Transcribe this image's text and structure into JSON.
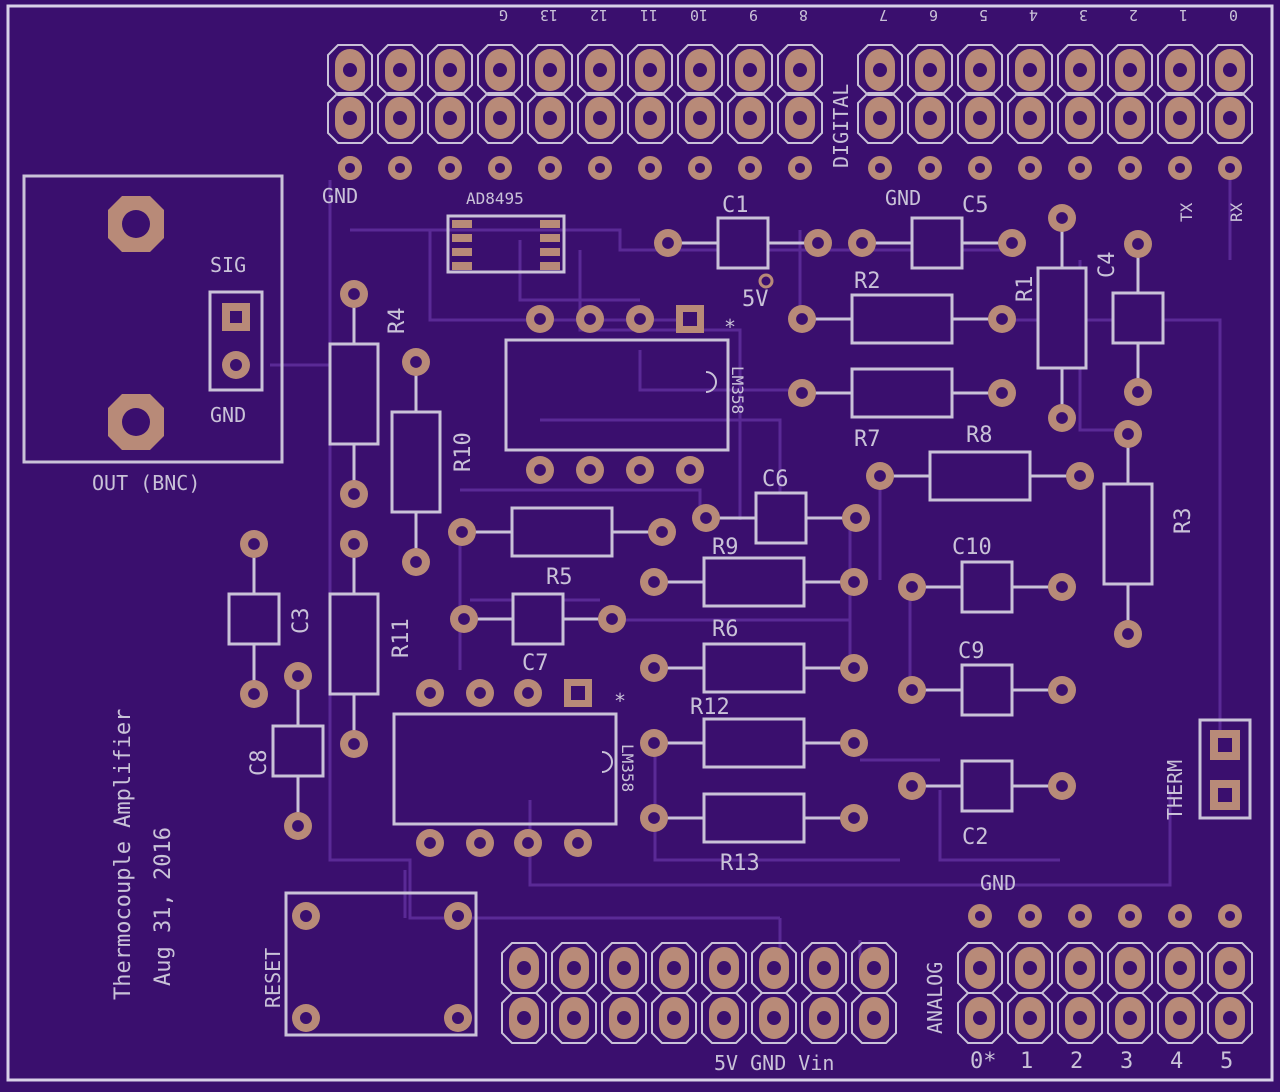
{
  "board": {
    "colors": {
      "board": "#3a0f6e",
      "silk": "#c9c2d8",
      "pad": "#b88a78",
      "trace": "#5a2a96",
      "edge": "#d8d0e8"
    },
    "labels": {
      "bnc_sig": "SIG",
      "bnc_gnd": "GND",
      "bnc_out": "OUT (BNC)",
      "gnd_top_left": "GND",
      "gnd_top_right": "GND",
      "ad8495": "AD8495",
      "c1": "C1",
      "c5": "C5",
      "five_v": "5V",
      "r1": "R1",
      "c4": "C4",
      "r2": "R2",
      "r4": "R4",
      "r10": "R10",
      "lm358_top": "LM358",
      "r7": "R7",
      "r8": "R8",
      "c6": "C6",
      "r3": "R3",
      "r9": "R9",
      "r5": "R5",
      "c10": "C10",
      "c3": "C3",
      "r11": "R11",
      "r6": "R6",
      "c7": "C7",
      "c9": "C9",
      "r12": "R12",
      "lm358_bottom": "LM358",
      "c8": "C8",
      "therm": "THERM",
      "c2": "C2",
      "r13": "R13",
      "gnd_bottom": "GND",
      "reset": "RESET",
      "analog": "ANALOG",
      "power_pins": "5V GND Vin",
      "tx": "TX",
      "rx": "RX",
      "digital": "DIGITAL",
      "title": "Thermocouple Amplifier",
      "date": "Aug 31, 2016",
      "pin1_mark_top": "*",
      "pin1_mark_bottom": "*"
    },
    "digital_pins": [
      "G",
      "13",
      "12",
      "11",
      "10",
      "9",
      "8",
      "7",
      "6",
      "5",
      "4",
      "3",
      "2",
      "1",
      "0"
    ],
    "analog_pins": [
      "0*",
      "1",
      "2",
      "3",
      "4",
      "5"
    ]
  }
}
